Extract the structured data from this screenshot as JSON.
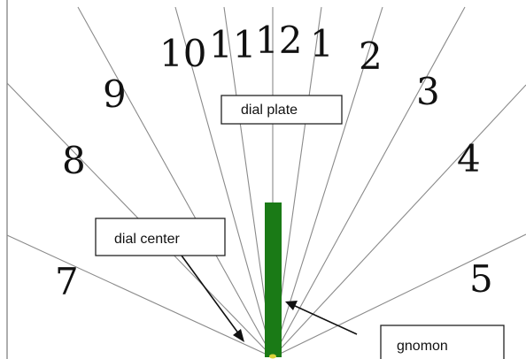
{
  "hour_labels": [
    "7",
    "8",
    "9",
    "10",
    "11",
    "12",
    "1",
    "2",
    "3",
    "4",
    "5"
  ],
  "callouts": {
    "dial_plate": "dial plate",
    "dial_center": "dial center",
    "gnomon": "gnomon"
  },
  "colors": {
    "gnomon": "#1a7a16",
    "hour_lines": "#8a8a8a",
    "text": "#111111",
    "box_border": "#222222"
  }
}
